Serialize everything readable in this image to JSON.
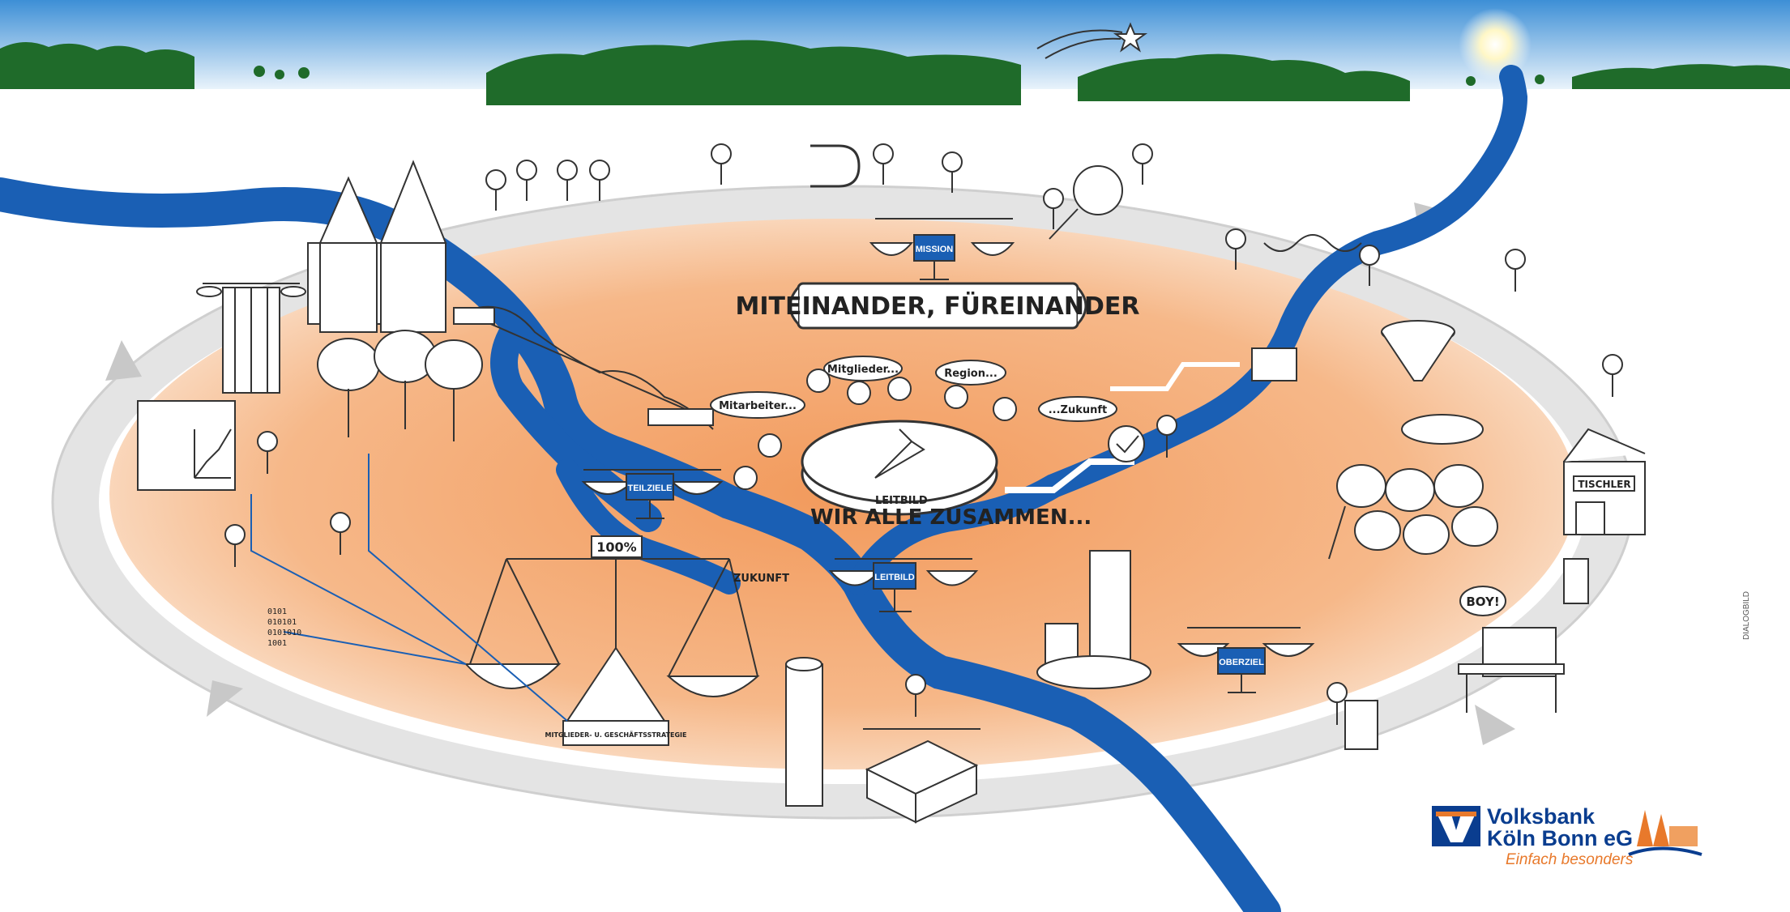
{
  "banner": {
    "text": "MITEINANDER, FÜREINANDER"
  },
  "center": {
    "leitbild_label": "LEITBILD",
    "caption": "WIR ALLE ZUSAMMEN..."
  },
  "speech": {
    "mitarbeiter": "Mitarbeiter...",
    "mitglieder": "Mitglieder...",
    "region": "Region...",
    "zukunft": "...Zukunft"
  },
  "scales": {
    "mission": "MISSION",
    "leitbild": "LEITBILD",
    "teilziele": "TEILZIELE",
    "oberziel": "OBERZIEL",
    "hundred": "100%",
    "strategy": "MITGLIEDER- U. GESCHÄFTSSTRATEGIE"
  },
  "labels": {
    "zukunft": "ZUKUNFT",
    "tischler": "TISCHLER",
    "boy": "BOY!",
    "binary": [
      "0101",
      "010101",
      "0101010",
      "1001"
    ]
  },
  "logo": {
    "line1": "Volksbank",
    "line2": "Köln Bonn eG",
    "slogan": "Einfach besonders"
  },
  "credit": {
    "text": "DIALOGBILD"
  },
  "colors": {
    "land": "#f4a26b",
    "river": "#1a5fb4",
    "track": "#d5d5d5",
    "forest": "#1f6b2a",
    "brand_blue": "#0a3d8f",
    "brand_orange": "#e8792b"
  }
}
